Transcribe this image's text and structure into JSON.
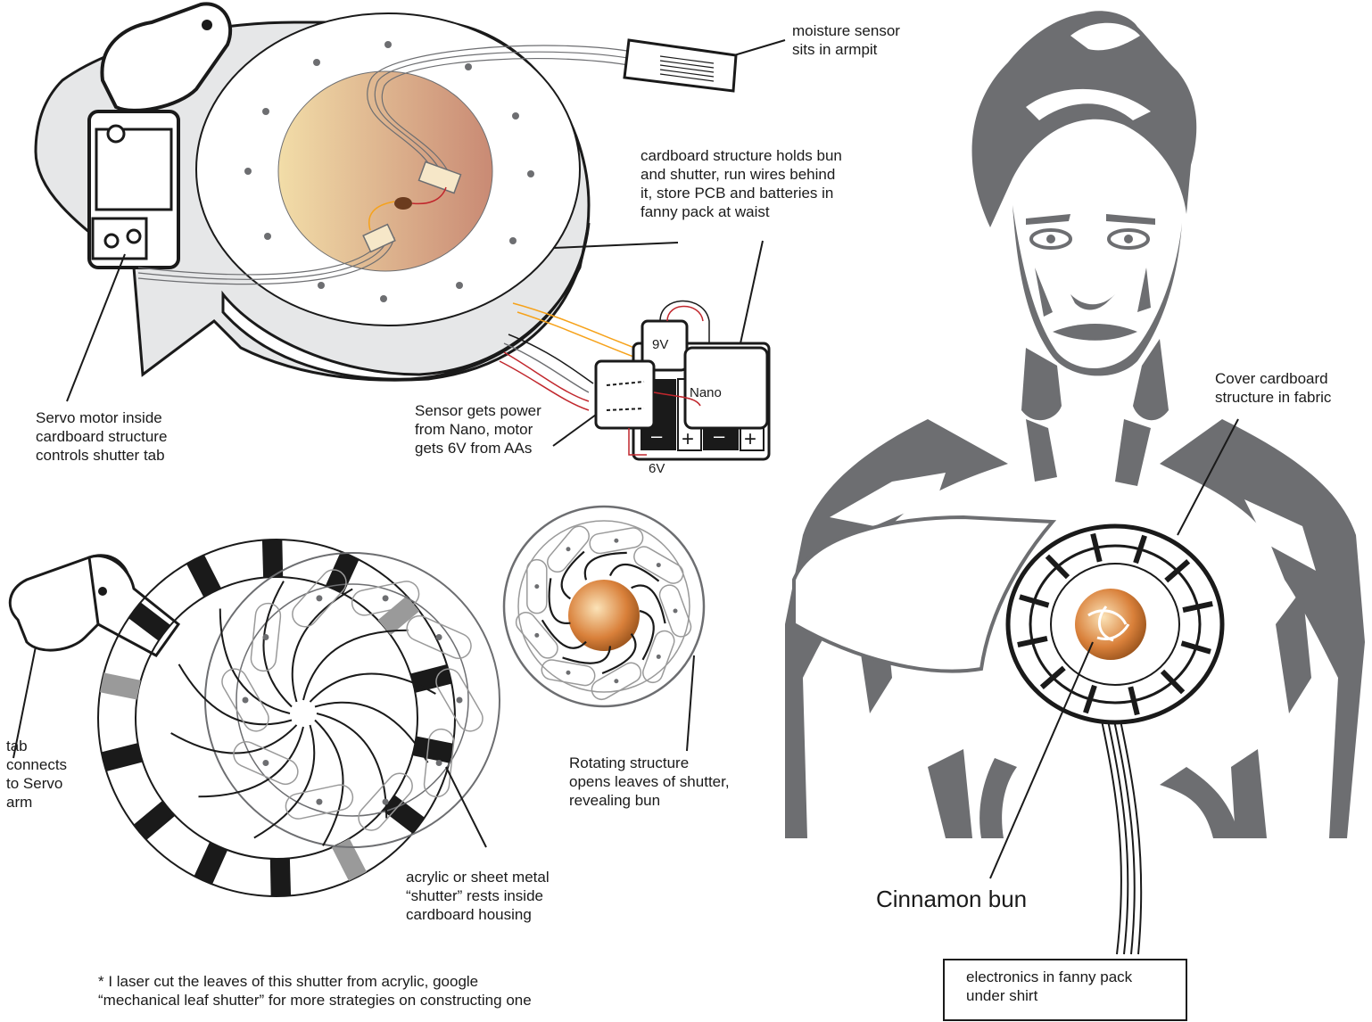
{
  "labels": {
    "moisture_sensor": "moisture sensor\nsits in armpit",
    "cardboard_structure": "cardboard structure holds bun\nand shutter, run wires behind\nit, store PCB and batteries in\nfanny pack at waist",
    "servo_motor": "Servo motor inside\ncardboard structure\ncontrols shutter tab",
    "sensor_power": "Sensor gets power\nfrom Nano, motor\ngets 6V from AAs",
    "battery_9v": "9V",
    "battery_6v": "6V",
    "nano": "Nano",
    "minus": "–",
    "plus": "+",
    "tab_connects": "tab\nconnects\nto Servo\narm",
    "shutter_material": "acrylic or sheet metal\n“shutter” rests inside\ncardboard housing",
    "rotating_structure": "Rotating structure\nopens leaves of shutter,\nrevealing bun",
    "cover_fabric": "Cover cardboard\nstructure in fabric",
    "cinnamon_bun": "Cinnamon bun",
    "electronics_fanny": "electronics in fanny pack\nunder shirt",
    "footnote": "* I laser cut the leaves of this shutter from acrylic, google\n“mechanical leaf shutter” for more strategies on constructing one"
  },
  "colors": {
    "ink": "#1a1a1a",
    "figure_gray": "#6d6e71",
    "light_gray": "#e6e7e8",
    "bun_light": "#f3dca8",
    "bun_dark": "#c98a74",
    "wire_orange": "#f6a21a",
    "wire_red": "#c1272d"
  }
}
